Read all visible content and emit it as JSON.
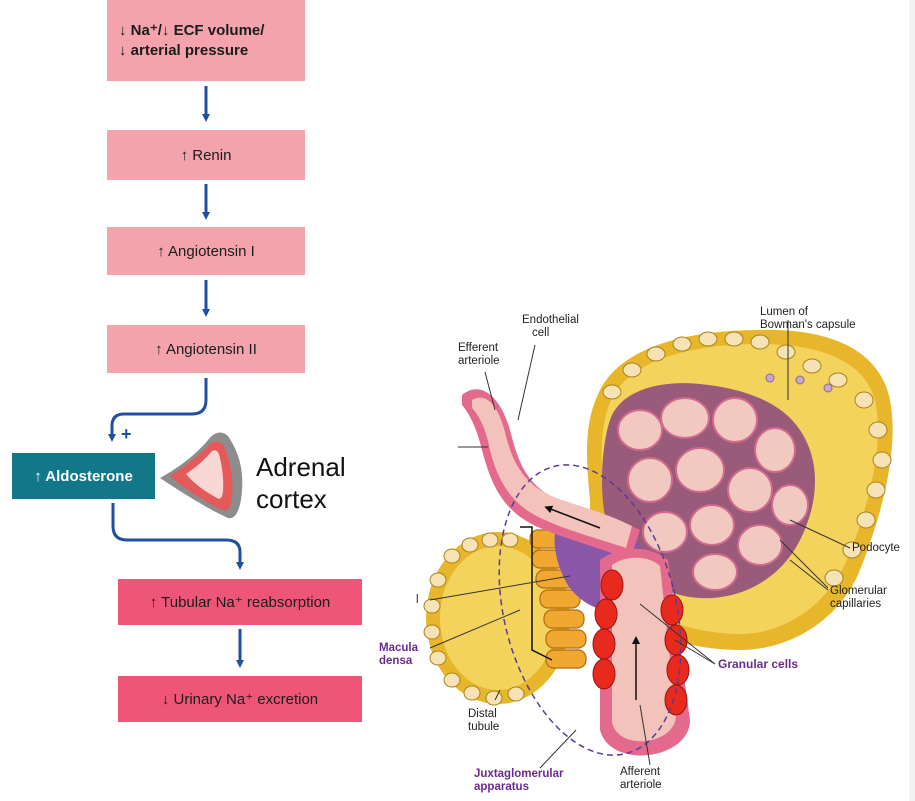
{
  "flowchart": {
    "step1_line1": "↓ Na⁺/↓ ECF volume/",
    "step1_line2": "↓ arterial pressure",
    "step2": "↑ Renin",
    "step3": "↑ Angiotensin I",
    "step4": "↑ Angiotensin II",
    "step5": "↑ Aldosterone",
    "plus": "+",
    "step6": "↑ Tubular Na⁺ reabsorption",
    "step7": "↓ Urinary Na⁺ excretion"
  },
  "adrenal_label_line1": "Adrenal",
  "adrenal_label_line2": "cortex",
  "anatomy_labels": {
    "endothelial_1": "Endothelial",
    "endothelial_2": "cell",
    "efferent_1": "Efferent",
    "efferent_2": "arteriole",
    "lumen_1": "Lumen of",
    "lumen_2": "Bowman's capsule",
    "podocyte": "Podocyte",
    "glomerular_1": "Glomerular",
    "glomerular_2": "capillaries",
    "granular": "Granular cells",
    "macula_1": "Macula",
    "macula_2": "densa",
    "distal_1": "Distal",
    "distal_2": "tubule",
    "jga_1": "Juxtaglomerular",
    "jga_2": "apparatus",
    "afferent_1": "Afferent",
    "afferent_2": "arteriole",
    "stub": "l"
  },
  "colors": {
    "box_pink": "#f4a3ad",
    "box_hot": "#ef5577",
    "box_teal": "#13778a",
    "arrow_blue": "#1f4fa0",
    "label_purple": "#6b2a8e"
  }
}
